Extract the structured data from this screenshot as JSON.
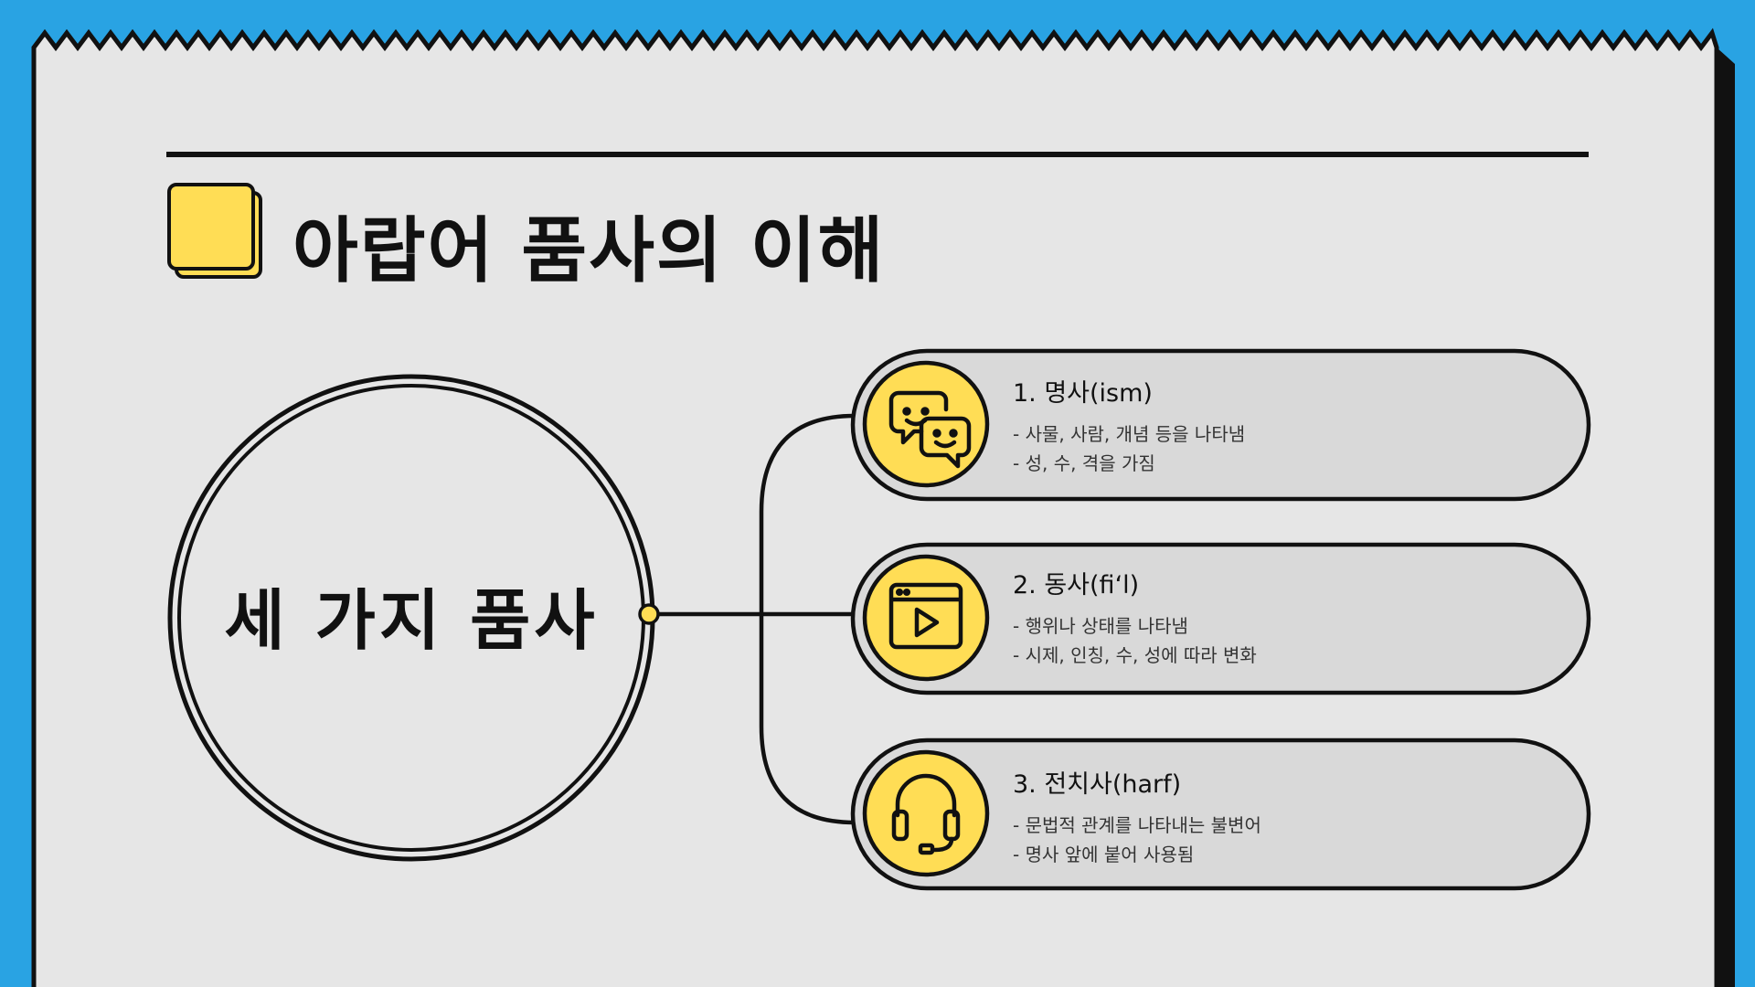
{
  "colors": {
    "background": "#29a3e3",
    "paper": "#e6e6e6",
    "pill": "#d9d9d9",
    "accent": "#ffdd55",
    "stroke": "#111111"
  },
  "title": "아랍어 품사의 이해",
  "center": {
    "label": "세 가지 품사"
  },
  "items": [
    {
      "icon": "chat-bubbles-icon",
      "title": "1. 명사(ism)",
      "lines": [
        "- 사물, 사람, 개념 등을 나타냄",
        "- 성, 수, 격을 가짐"
      ]
    },
    {
      "icon": "video-player-icon",
      "title": "2. 동사(fi‘l)",
      "lines": [
        "- 행위나 상태를 나타냄",
        "- 시제, 인칭, 수, 성에 따라 변화"
      ]
    },
    {
      "icon": "headphones-icon",
      "title": "3. 전치사(harf)",
      "lines": [
        "- 문법적 관계를 나타내는 불변어",
        "- 명사 앞에 붙어 사용됨"
      ]
    }
  ]
}
